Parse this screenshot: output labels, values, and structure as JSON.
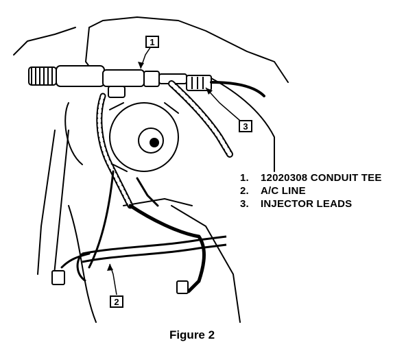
{
  "callouts": [
    {
      "label": "1"
    },
    {
      "label": "2"
    },
    {
      "label": "3"
    }
  ],
  "legend": [
    {
      "num": "1.",
      "text": "12020308 CONDUIT TEE"
    },
    {
      "num": "2.",
      "text": "A/C LINE"
    },
    {
      "num": "3.",
      "text": "INJECTOR LEADS"
    }
  ],
  "caption": "Figure 2",
  "colors": {
    "ink": "#000000",
    "paper": "#ffffff"
  }
}
